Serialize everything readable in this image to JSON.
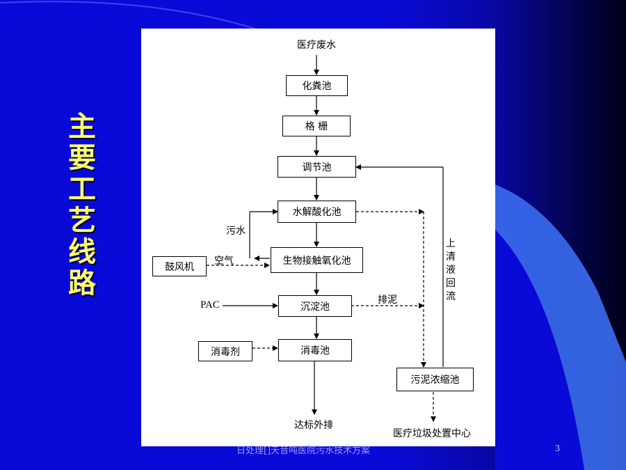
{
  "slide": {
    "title": "主要工艺线路",
    "footer": "日处理[]天音吨医院污水技术方案",
    "page_number": "3"
  },
  "diagram": {
    "source": "医疗废水",
    "nodes": {
      "septic": "化粪池",
      "grille": "格 栅",
      "equalization": "调节池",
      "hydrolysis": "水解酸化池",
      "bio_oxidation": "生物接触氧化池",
      "sedimentation": "沉淀池",
      "disinfection": "消毒池",
      "blower": "鼓风机",
      "disinfectant": "消毒剂",
      "sludge_thickener": "污泥浓缩池"
    },
    "labels": {
      "sewage": "污水",
      "air": "空气",
      "pac": "PAC",
      "sludge_discharge": "排泥",
      "supernatant_return": "上清液回流",
      "discharge": "达标外排",
      "waste_center": "医疗垃圾处置中心"
    }
  }
}
